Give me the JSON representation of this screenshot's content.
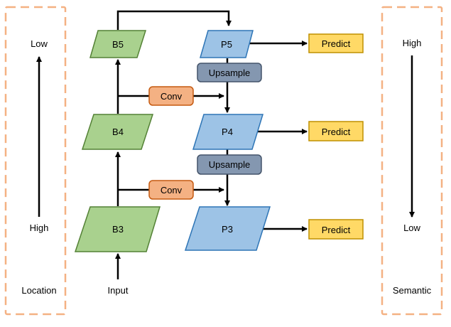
{
  "colors": {
    "backbone_fill": "#a9d18e",
    "backbone_stroke": "#538135",
    "pyramid_fill": "#9dc3e6",
    "pyramid_stroke": "#2e75b6",
    "conv_fill": "#f4b183",
    "conv_stroke": "#c55a11",
    "upsample_fill": "#8497b0",
    "upsample_stroke": "#44546a",
    "predict_fill": "#ffd966",
    "predict_stroke": "#bf9000",
    "dashed_border": "#f4b183",
    "arrow": "#000000"
  },
  "left_panel": {
    "top_label": "Low",
    "bottom_label": "High",
    "caption": "Location"
  },
  "right_panel": {
    "top_label": "High",
    "bottom_label": "Low",
    "caption": "Semantic"
  },
  "backbone": {
    "b5": "B5",
    "b4": "B4",
    "b3": "B3"
  },
  "pyramid": {
    "p5": "P5",
    "p4": "P4",
    "p3": "P3"
  },
  "ops": {
    "upsample_top": "Upsample",
    "upsample_bottom": "Upsample",
    "conv_top": "Conv",
    "conv_bottom": "Conv"
  },
  "outputs": {
    "predict_p5": "Predict",
    "predict_p4": "Predict",
    "predict_p3": "Predict"
  },
  "input_label": "Input"
}
